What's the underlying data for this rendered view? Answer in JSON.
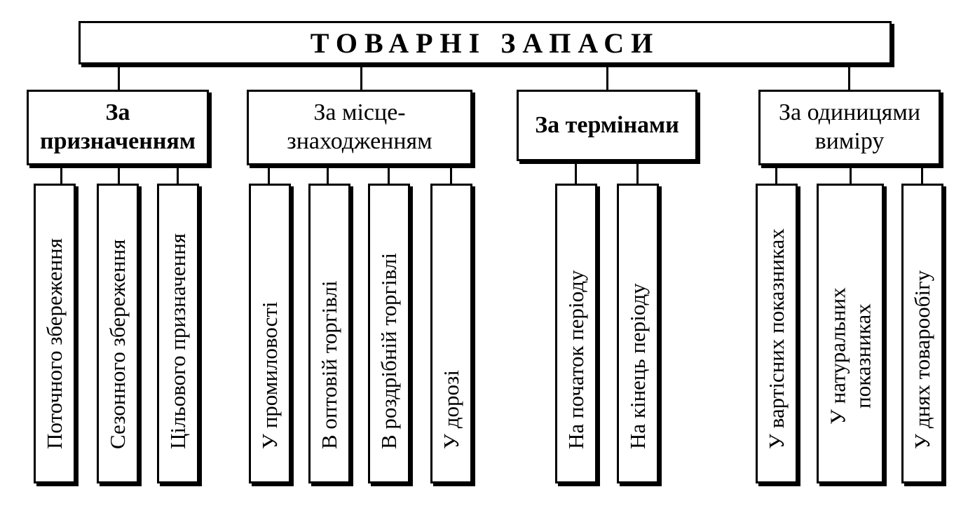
{
  "title": "ТОВАРНІ ЗАПАСИ",
  "categories": [
    {
      "label_lines": [
        "За",
        "призначенням"
      ],
      "bold": true,
      "items": [
        {
          "lines": [
            "Поточного збереження"
          ]
        },
        {
          "lines": [
            "Сезонного збереження"
          ]
        },
        {
          "lines": [
            "Цільового призначення"
          ]
        }
      ]
    },
    {
      "label_lines": [
        "За місце-",
        "знаходженням"
      ],
      "bold": false,
      "items": [
        {
          "lines": [
            "У промиловості"
          ]
        },
        {
          "lines": [
            "В оптовій торгівлі"
          ]
        },
        {
          "lines": [
            "В роздрібній торгівлі"
          ]
        },
        {
          "lines": [
            "У дорозі"
          ]
        }
      ]
    },
    {
      "label_lines": [
        "За термінами"
      ],
      "bold": true,
      "items": [
        {
          "lines": [
            "На початок періоду"
          ]
        },
        {
          "lines": [
            "На кінець періоду"
          ]
        }
      ]
    },
    {
      "label_lines": [
        "За одиницями",
        "виміру"
      ],
      "bold": false,
      "items": [
        {
          "lines": [
            "У вартісних показниках"
          ]
        },
        {
          "lines": [
            "У натуральних",
            "показниках"
          ]
        },
        {
          "lines": [
            "У днях товарообігу"
          ]
        }
      ]
    }
  ]
}
